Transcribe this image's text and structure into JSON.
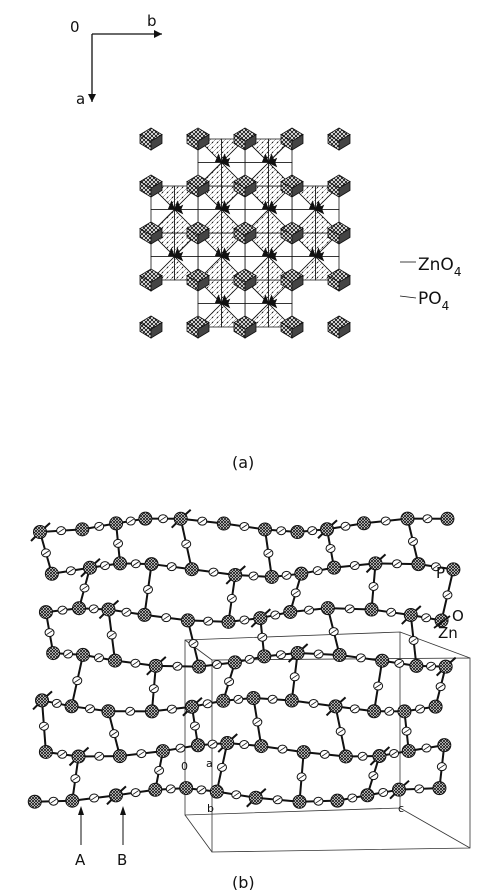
{
  "panel_a": {
    "axis_origin": "0",
    "axis_b": "b",
    "axis_a": "a",
    "label_zno4": "ZnO",
    "label_zno4_sub": "4",
    "label_po4": "PO",
    "label_po4_sub": "4",
    "caption": "(a)"
  },
  "panel_b": {
    "label_p": "P",
    "label_o": "O",
    "label_zn": "Zn",
    "cell_origin": "0",
    "cell_a": "a",
    "cell_b": "b",
    "cell_c": "c",
    "arrow_a": "A",
    "arrow_b": "B",
    "caption": "(b)"
  }
}
